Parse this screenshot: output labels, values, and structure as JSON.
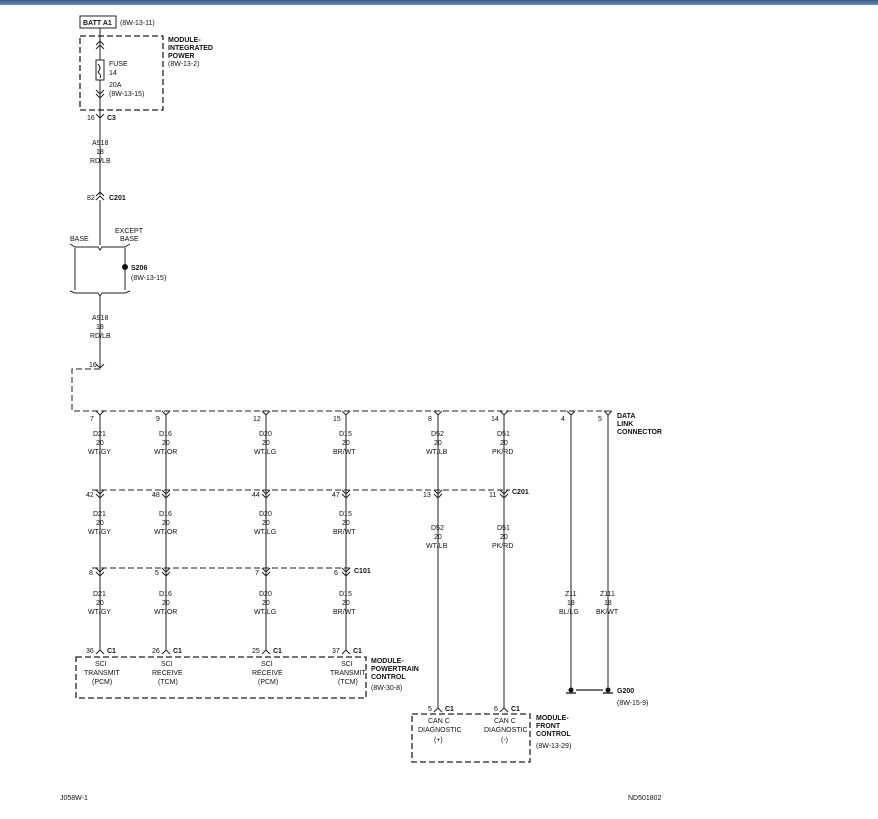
{
  "batt": {
    "label": "BATT A1",
    "ref": "(8W-13-11)"
  },
  "mip": {
    "l1": "MODULE-",
    "l2": "INTEGRATED",
    "l3": "POWER",
    "ref": "(8W-13-2)"
  },
  "fuse": {
    "l1": "FUSE",
    "l2": "14",
    "l3": "20A",
    "ref": "(8W-13-15)"
  },
  "c3": {
    "pin": "16",
    "name": "C3"
  },
  "wire_a918": {
    "code": "A918",
    "gauge": "18",
    "color": "RD/LB"
  },
  "c201_top": {
    "pin": "82",
    "name": "C201"
  },
  "variants": {
    "base": "BASE",
    "except1": "EXCEPT",
    "except2": "BASE"
  },
  "s206": {
    "name": "S206",
    "ref": "(8W-13-15)"
  },
  "dlc_pin16": "16",
  "dlc": {
    "l1": "DATA",
    "l2": "LINK",
    "l3": "CONNECTOR",
    "pins": [
      "7",
      "9",
      "12",
      "15",
      "8",
      "14",
      "4",
      "5"
    ],
    "wires": [
      {
        "code": "D21",
        "gauge": "20",
        "color": "WT/GY"
      },
      {
        "code": "D16",
        "gauge": "20",
        "color": "WT/OR"
      },
      {
        "code": "D20",
        "gauge": "20",
        "color": "WT/LG"
      },
      {
        "code": "D15",
        "gauge": "20",
        "color": "BR/WT"
      },
      {
        "code": "D52",
        "gauge": "20",
        "color": "WT/LB"
      },
      {
        "code": "D51",
        "gauge": "20",
        "color": "PK/RD"
      }
    ]
  },
  "c201": {
    "name": "C201",
    "pins": [
      "42",
      "48",
      "44",
      "47",
      "13",
      "11"
    ]
  },
  "wires_mid": [
    {
      "code": "D21",
      "gauge": "20",
      "color": "WT/GY"
    },
    {
      "code": "D16",
      "gauge": "20",
      "color": "WT/OR"
    },
    {
      "code": "D20",
      "gauge": "20",
      "color": "WT/LG"
    },
    {
      "code": "D15",
      "gauge": "20",
      "color": "BR/WT"
    },
    {
      "code": "D52",
      "gauge": "20",
      "color": "WT/LB"
    },
    {
      "code": "D51",
      "gauge": "20",
      "color": "PK/RD"
    }
  ],
  "c101": {
    "name": "C101",
    "pins": [
      "8",
      "5",
      "7",
      "6"
    ]
  },
  "wires_low": [
    {
      "code": "D21",
      "gauge": "20",
      "color": "WT/GY"
    },
    {
      "code": "D16",
      "gauge": "20",
      "color": "WT/OR"
    },
    {
      "code": "D20",
      "gauge": "20",
      "color": "WT/LG"
    },
    {
      "code": "D15",
      "gauge": "20",
      "color": "BR/WT"
    }
  ],
  "ground_wires": [
    {
      "code": "Z11",
      "gauge": "18",
      "color": "BL/LG"
    },
    {
      "code": "Z111",
      "gauge": "18",
      "color": "BK/WT"
    }
  ],
  "pcm": {
    "l1": "MODULE-",
    "l2": "POWERTRAIN",
    "l3": "CONTROL",
    "ref": "(8W-30-8)",
    "conn": "C1",
    "pins": [
      "36",
      "26",
      "25",
      "37"
    ],
    "signals": [
      {
        "l1": "SCI",
        "l2": "TRANSMIT",
        "l3": "(PCM)"
      },
      {
        "l1": "SCI",
        "l2": "RECEIVE",
        "l3": "(TCM)"
      },
      {
        "l1": "SCI",
        "l2": "RECEIVE",
        "l3": "(PCM)"
      },
      {
        "l1": "SCI",
        "l2": "TRANSMIT",
        "l3": "(TCM)"
      }
    ]
  },
  "g200": {
    "name": "G200",
    "ref": "(8W-15-9)"
  },
  "fcm": {
    "l1": "MODULE-",
    "l2": "FRONT",
    "l3": "CONTROL",
    "ref": "(8W-13-29)",
    "conn": "C1",
    "pins": [
      "5",
      "6"
    ],
    "signals": [
      {
        "l1": "CAN C",
        "l2": "DIAGNOSTIC",
        "l3": "(+)"
      },
      {
        "l1": "CAN C",
        "l2": "DIAGNOSTIC",
        "l3": "(-)"
      }
    ]
  },
  "footer": {
    "left": "J058W-1",
    "right": "ND501802"
  }
}
